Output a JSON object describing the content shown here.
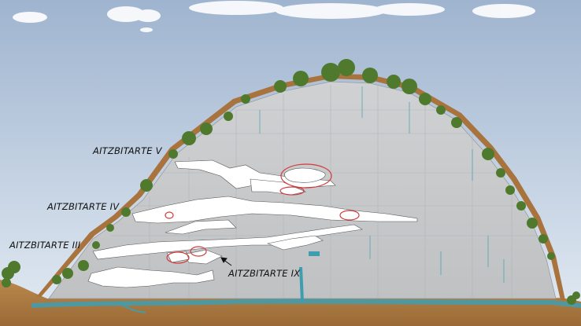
{
  "labels": {
    "cave_v": "AITZBITARTE V",
    "cave_iv": "AITZBITARTE IV",
    "cave_iii": "AITZBITARTE III",
    "cave_ix": "AITZBITARTE IX"
  },
  "colors": {
    "sky_top": "#9fb4cf",
    "sky_bottom": "#e3ebf3",
    "rock": "#c7c9cb",
    "rock_edge": "#8d9094",
    "soil": "#b07a3f",
    "water": "#3f9db0",
    "cave_fill": "#ffffff",
    "highlight": "#d23a3a",
    "vegetation": "#4f7a2e"
  }
}
